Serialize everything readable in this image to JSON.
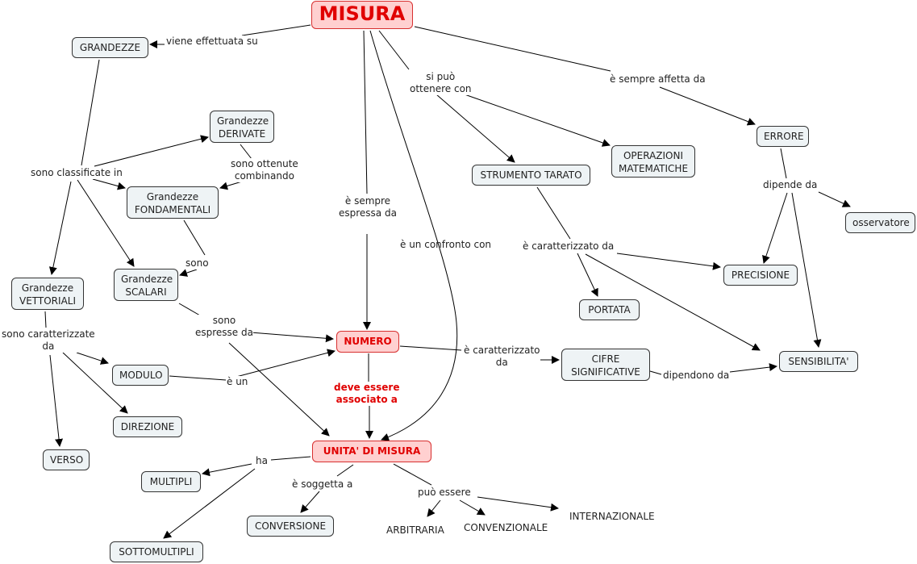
{
  "diagram": {
    "title": "MISURA",
    "concepts": {
      "misura": "MISURA",
      "grandezze": "GRANDEZZE",
      "derivate": "Grandezze\nDERIVATE",
      "fondamentali": "Grandezze\nFONDAMENTALI",
      "vettoriali": "Grandezze\nVETTORIALI",
      "scalari": "Grandezze\nSCALARI",
      "numero": "NUMERO",
      "modulo": "MODULO",
      "direzione": "DIREZIONE",
      "verso": "VERSO",
      "unita": "UNITA' DI MISURA",
      "multipli": "MULTIPLI",
      "sottomultipli": "SOTTOMULTIPLI",
      "conversione": "CONVERSIONE",
      "arbitraria": "ARBITRARIA",
      "convenzionale": "CONVENZIONALE",
      "internazionale": "INTERNAZIONALE",
      "strumento": "STRUMENTO TARATO",
      "operazioni": "OPERAZIONI\nMATEMATICHE",
      "errore": "ERRORE",
      "osservatore": "osservatore",
      "precisione": "PRECISIONE",
      "portata": "PORTATA",
      "cifre": "CIFRE\nSIGNIFICATIVE",
      "sensibilita": "SENSIBILITA'"
    },
    "links": {
      "effettuata": "viene effettuata su",
      "classificate": "sono classificate in",
      "ottenute": "sono ottenute\ncombinando",
      "sono": "sono",
      "caratterizzate": "sono caratterizzate\nda",
      "espresse": "sono\nespresse da",
      "eun": "è un",
      "espressa": "è sempre\nespressa da",
      "confronto": "è un confronto con",
      "associato": "deve essere\nassociato a",
      "ottenere": "si può\nottenere con",
      "affetta": "è sempre affetta da",
      "dipende": "dipende da",
      "caratterizzato_strumento": "è caratterizzato da",
      "caratterizzato_numero": "è caratterizzato\nda",
      "dipendono": "dipendono da",
      "ha": "ha",
      "soggetta": "è soggetta a",
      "puo_essere": "può essere"
    },
    "colors": {
      "node_fill": "#eef3f5",
      "highlight_fill": "#ffd0d0",
      "highlight_text": "#e00000",
      "line": "#000000"
    }
  }
}
